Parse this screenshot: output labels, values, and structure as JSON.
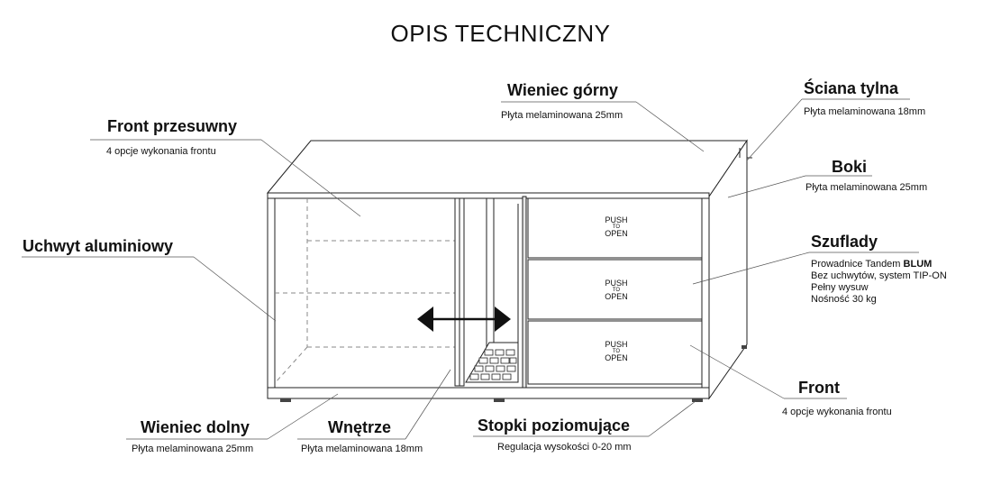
{
  "title": "OPIS TECHNICZNY",
  "push_to_open": {
    "line1": "PUSH",
    "line2": "TO",
    "line3": "OPEN"
  },
  "labels": {
    "front_przesuwny": {
      "title": "Front przesuwny",
      "desc": "4 opcje wykonania frontu"
    },
    "uchwyt": {
      "title": "Uchwyt aluminiowy"
    },
    "wieniec_dolny": {
      "title": "Wieniec dolny",
      "desc": "Płyta melaminowana 25mm"
    },
    "wnetrze": {
      "title": "Wnętrze",
      "desc": "Płyta melaminowana 18mm"
    },
    "stopki": {
      "title": "Stopki poziomujące",
      "desc": "Regulacja wysokości 0-20 mm"
    },
    "wieniec_gorny": {
      "title": "Wieniec górny",
      "desc": "Płyta melaminowana 25mm"
    },
    "sciana_tylna": {
      "title": "Ściana tylna",
      "desc": "Płyta melaminowana 18mm"
    },
    "boki": {
      "title": "Boki",
      "desc": "Płyta melaminowana 25mm"
    },
    "szuflady": {
      "title": "Szuflady",
      "desc1_prefix": "Prowadnice Tandem ",
      "desc1_bold": "BLUM",
      "desc2": "Bez uchwytów, system TIP-ON",
      "desc3": "Pełny wysuw",
      "desc4": "Nośność 30 kg"
    },
    "front": {
      "title": "Front",
      "desc": "4 opcje wykonania frontu"
    }
  }
}
